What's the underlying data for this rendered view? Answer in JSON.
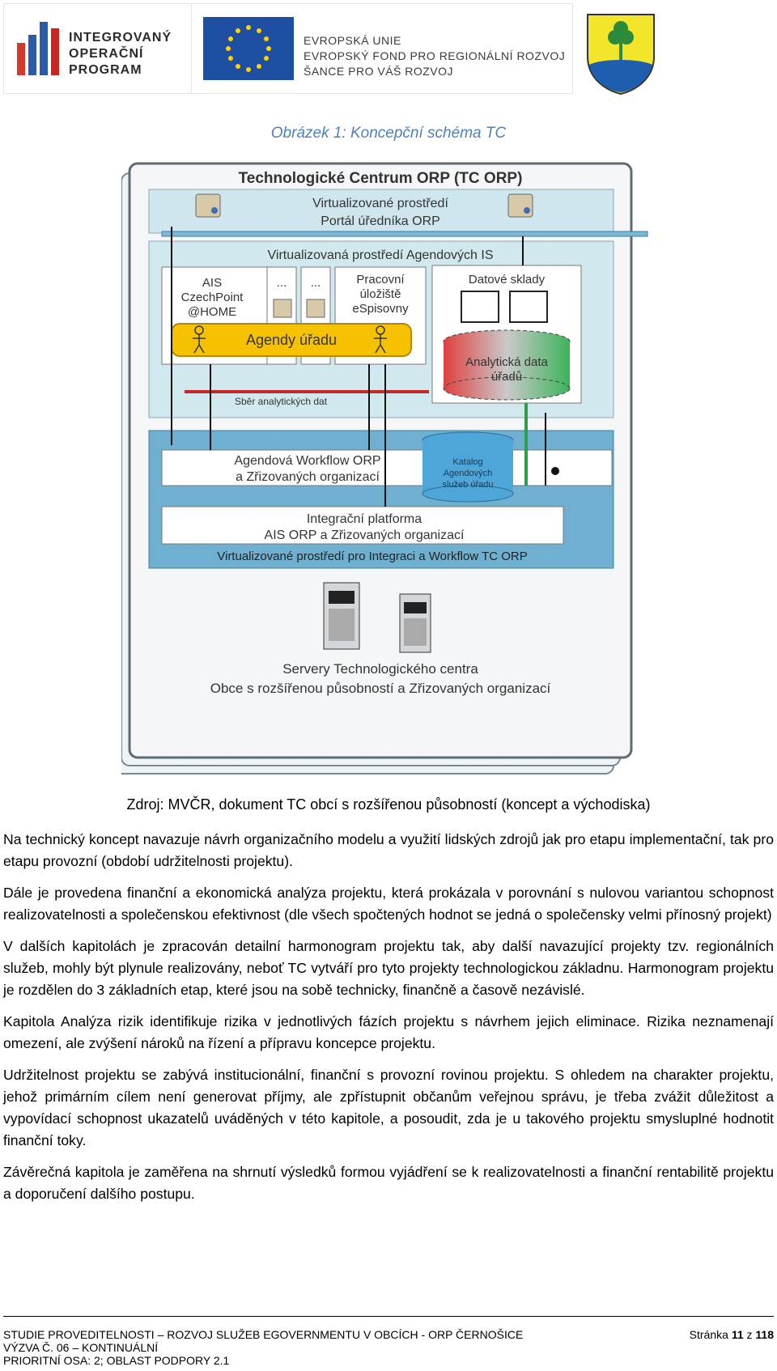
{
  "header": {
    "iop_logo_lines": [
      "INTEGROVANÝ",
      "OPERAČNÍ",
      "PROGRAM"
    ],
    "eu_logo_lines": [
      "EVROPSKÁ UNIE",
      "EVROPSKÝ FOND PRO REGIONÁLNÍ ROZVOJ",
      "ŠANCE PRO VÁŠ ROZVOJ"
    ]
  },
  "figure": {
    "caption": "Obrázek 1: Koncepční schéma TC",
    "source": "Zdroj: MVČR, dokument TC obcí s rozšířenou působností (koncept a východiska)",
    "diagram": {
      "title": "Technologické Centrum ORP (TC ORP)",
      "portal_line1": "Virtualizované prostředí",
      "portal_line2": "Portál úředníka ORP",
      "agendove_is": "Virtualizovaná prostředí Agendových IS",
      "ais_line1": "AIS",
      "ais_line2": "CzechPoint",
      "ais_line3": "@HOME",
      "dots": "...",
      "pracovni_line1": "Pracovní",
      "pracovni_line2": "úložiště",
      "pracovni_line3": "eSpisovny",
      "datove_sklady": "Datové sklady",
      "agendy_uradu": "Agendy úřadu",
      "analyticka_line1": "Analytická data",
      "analyticka_line2": "úřadů",
      "sber": "Sběr analytických dat",
      "workflow_line1": "Agendová Workflow ORP",
      "workflow_line2": "a Zřizovaných organizací",
      "katalog_line1": "Katalog",
      "katalog_line2": "Agendových",
      "katalog_line3": "služeb úřadu",
      "integracni_line1": "Integrační platforma",
      "integracni_line2": "AIS ORP a Zřizovaných organizací",
      "virt_integrace": "Virtualizované prostředí pro Integraci a Workflow TC ORP",
      "servery_line1": "Servery Technologického centra",
      "servery_line2": "Obce s rozšířenou působností a Zřizovaných organizací"
    }
  },
  "paragraphs": [
    "Na technický koncept navazuje návrh organizačního modelu a využití lidských zdrojů jak pro etapu implementační, tak pro etapu provozní (období udržitelnosti projektu).",
    "Dále je provedena finanční a ekonomická analýza projektu, která prokázala v porovnání s nulovou variantou schopnost realizovatelnosti a společenskou efektivnost (dle všech spočtených hodnot se jedná o společensky velmi přínosný projekt)",
    "V dalších kapitolách je zpracován detailní harmonogram projektu tak, aby další navazující projekty tzv. regionálních služeb, mohly být plynule realizovány, neboť TC vytváří pro tyto projekty technologickou základnu. Harmonogram projektu je rozdělen do 3 základních etap, které jsou na sobě technicky, finančně a časově nezávislé.",
    "Kapitola Analýza rizik identifikuje rizika v jednotlivých fázích projektu s návrhem jejich eliminace. Rizika neznamenají omezení, ale zvýšení nároků na řízení a přípravu koncepce projektu.",
    "Udržitelnost projektu se zabývá institucionální, finanční s provozní rovinou projektu. S ohledem na charakter projektu, jehož primárním cílem není generovat příjmy, ale zpřístupnit občanům veřejnou správu, je třeba zvážit důležitost a vypovídací schopnost ukazatelů uváděných v této kapitole, a posoudit, zda je u takového projektu smysluplné hodnotit finanční toky.",
    "Závěrečná kapitola je zaměřena na shrnutí výsledků formou vyjádření se k realizovatelnosti a finanční rentabilitě projektu a doporučení dalšího postupu."
  ],
  "footer": {
    "line1": "STUDIE PROVEDITELNOSTI – ROZVOJ SLUŽEB EGOVERNMENTU V OBCÍCH - ORP ČERNOŠICE",
    "line2": "VÝZVA Č. 06 – KONTINUÁLNÍ",
    "line3": "PRIORITNÍ OSA: 2; OBLAST PODPORY 2.1",
    "page_label": "Stránka",
    "page_current": "11",
    "page_sep": "z",
    "page_total": "118"
  },
  "colors": {
    "caption": "#4f81bd",
    "frame_outer": "#dbe9ef",
    "frame_inner_blue": "#6fb0d0",
    "agendy_yellow": "#f6c200",
    "sber_red": "#c0282a",
    "green_line": "#2e9e4a"
  }
}
